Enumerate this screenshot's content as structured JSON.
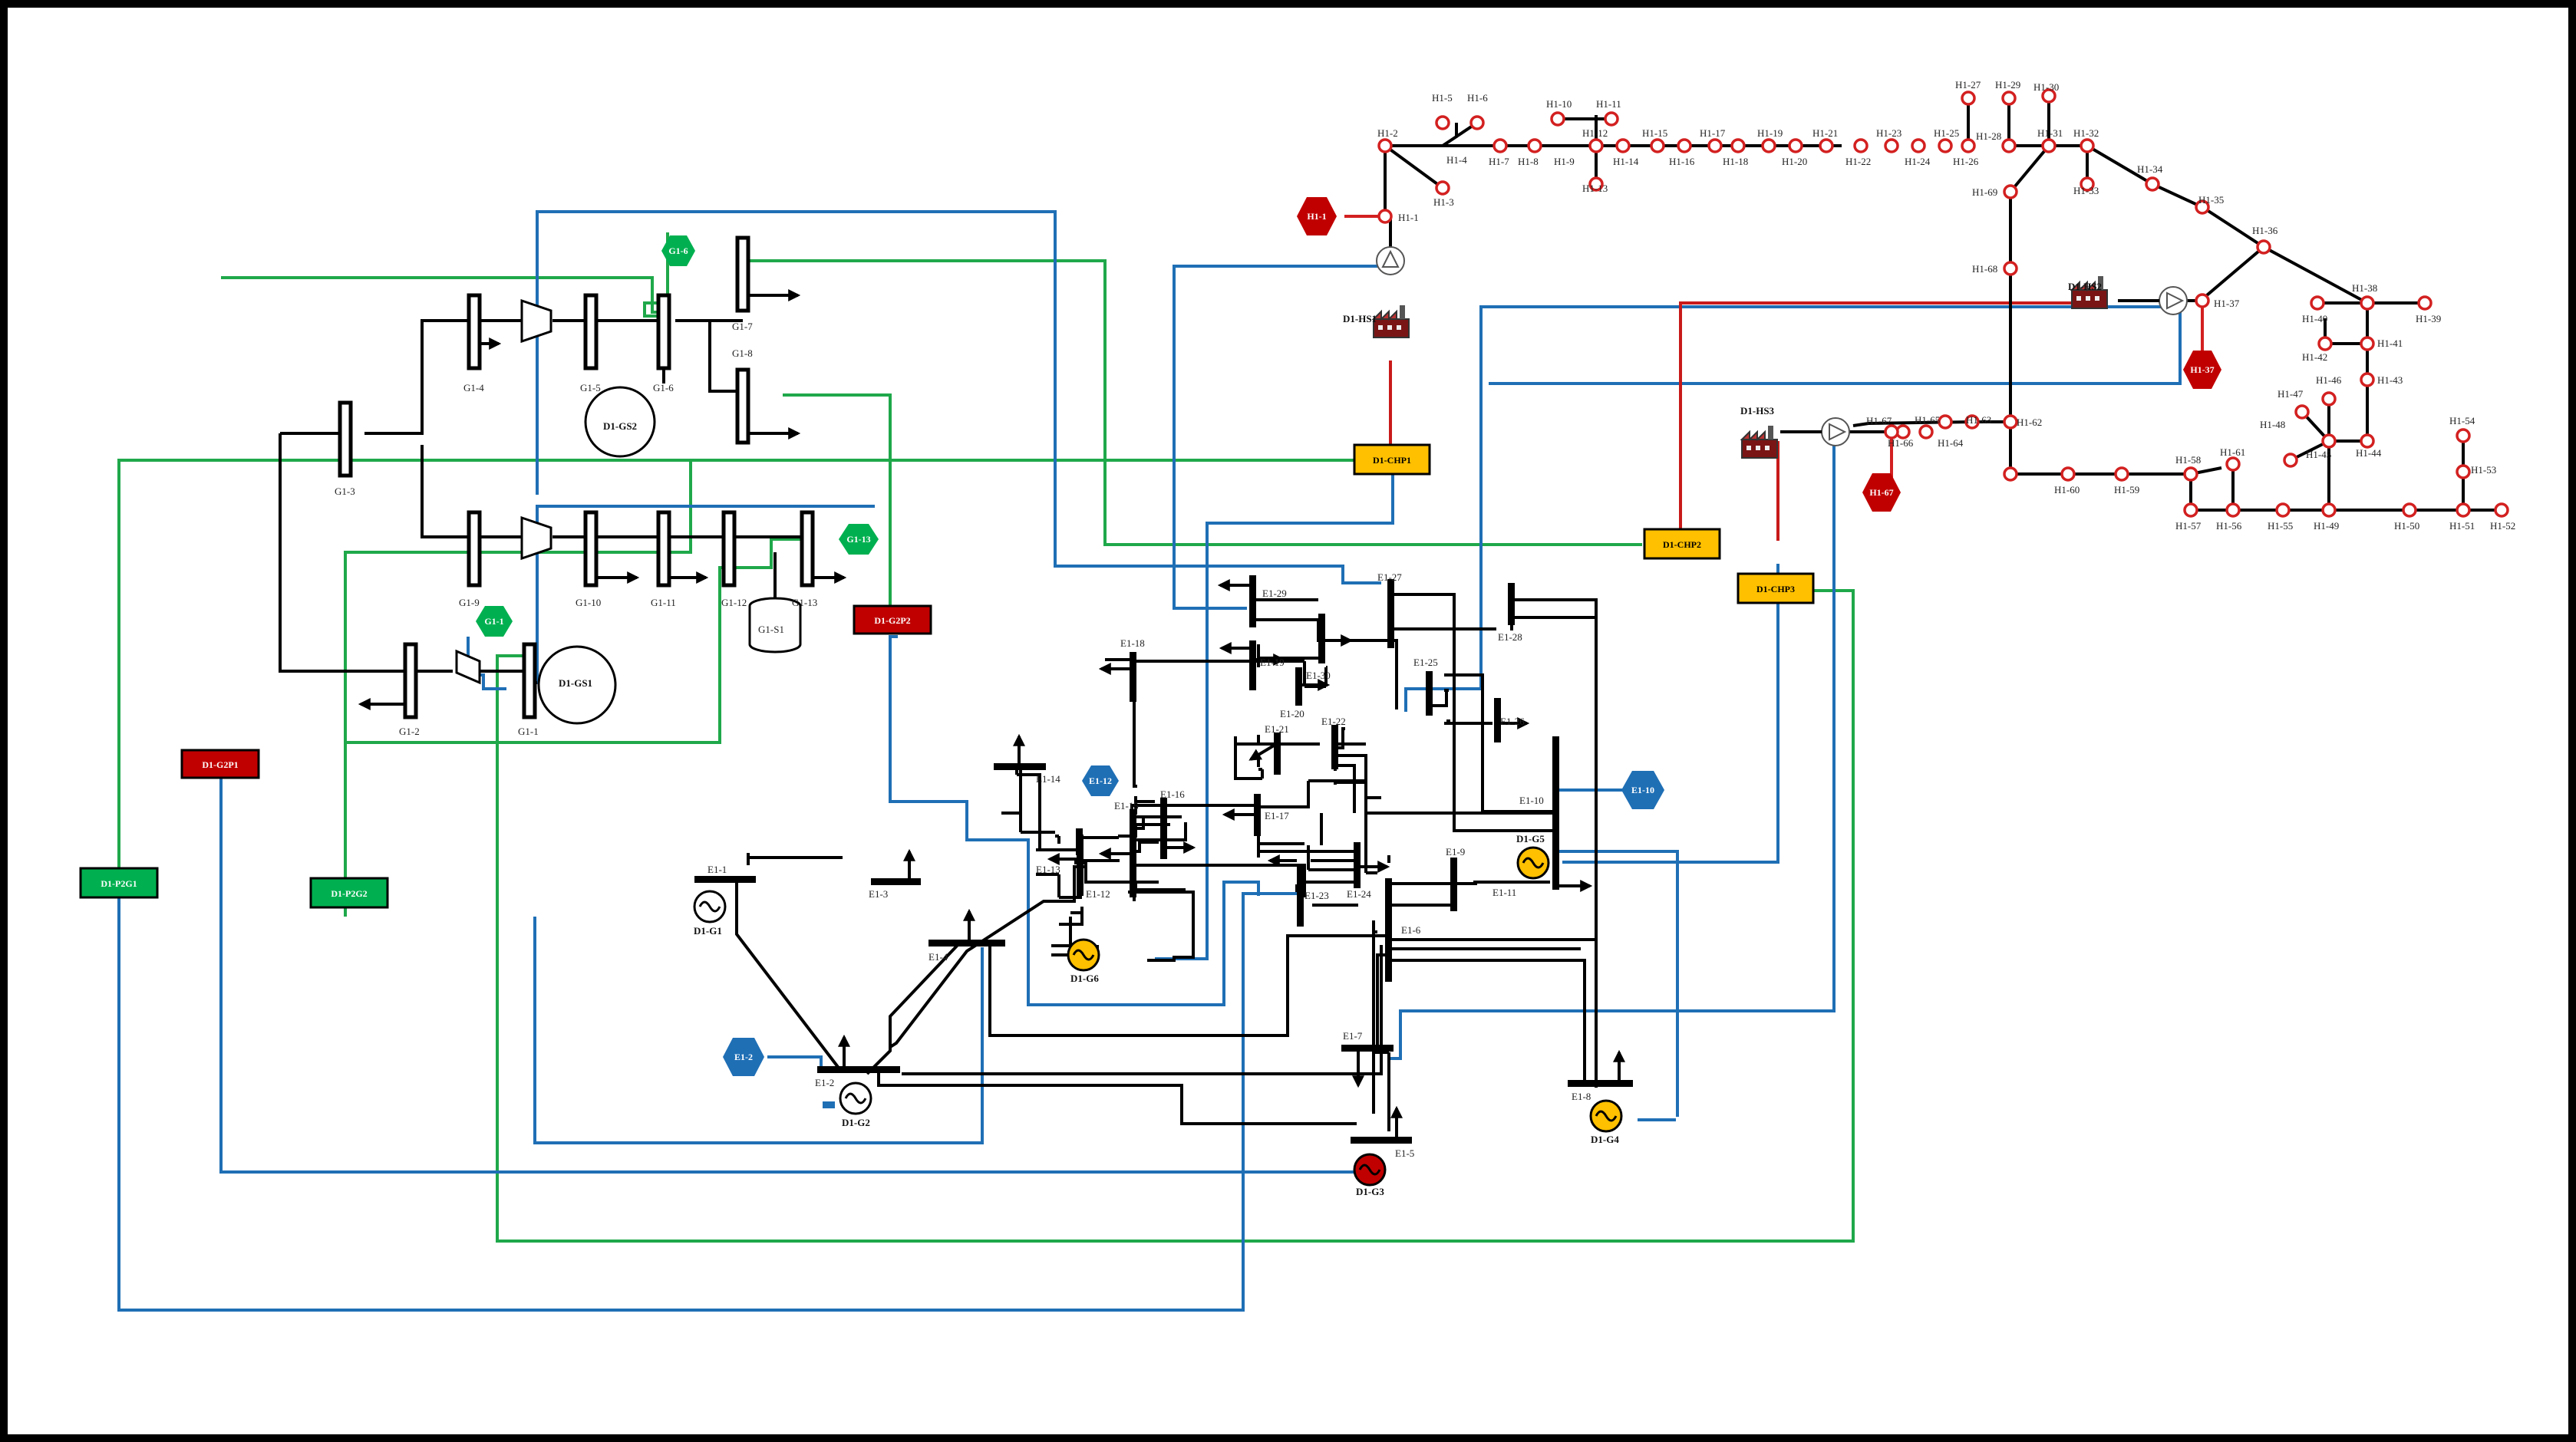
{
  "boxes": {
    "chp1": "D1-CHP1",
    "chp2": "D1-CHP2",
    "chp3": "D1-CHP3",
    "g2p1": "D1-G2P1",
    "g2p2": "D1-G2P2",
    "p2g1": "D1-P2G1",
    "p2g2": "D1-P2G2"
  },
  "tags": {
    "g1_6": "G1-6",
    "g1_13": "G1-13",
    "g1_1": "G1-1",
    "e1_12": "E1-12",
    "e1_10": "E1-10",
    "e1_2": "E1-2",
    "h1_1": "H1-1",
    "h1_37": "H1-37",
    "h1_67": "H1-67"
  },
  "gas": {
    "g1_1": "G1-1",
    "g1_2": "G1-2",
    "g1_3": "G1-3",
    "g1_4": "G1-4",
    "g1_5": "G1-5",
    "g1_6": "G1-6",
    "g1_7": "G1-7",
    "g1_8": "G1-8",
    "g1_9": "G1-9",
    "g1_10": "G1-10",
    "g1_11": "G1-11",
    "g1_12": "G1-12",
    "g1_13": "G1-13",
    "g1_s1": "G1-S1",
    "gs1": "D1-GS1",
    "gs2": "D1-GS2"
  },
  "elec": {
    "e1": "E1-1",
    "e2": "E1-2",
    "e3": "E1-3",
    "e4": "E1-4",
    "e5": "E1-5",
    "e6": "E1-6",
    "e7": "E1-7",
    "e8": "E1-8",
    "e9": "E1-9",
    "e10": "E1-10",
    "e11": "E1-11",
    "e12": "E1-12",
    "e13": "E1-13",
    "e14": "E1-14",
    "e15": "E1-15",
    "e16": "E1-16",
    "e17": "E1-17",
    "e18": "E1-18",
    "e19": "E1-19",
    "e20": "E1-20",
    "e21": "E1-21",
    "e22": "E1-22",
    "e23": "E1-23",
    "e24": "E1-24",
    "e25": "E1-25",
    "e26": "E1-26",
    "e27": "E1-27",
    "e28": "E1-28",
    "e29": "E1-29",
    "e30": "E1-30",
    "g1": "D1-G1",
    "g2": "D1-G2",
    "g3": "D1-G3",
    "g4": "D1-G4",
    "g5": "D1-G5",
    "g6": "D1-G6"
  },
  "heat": {
    "hs1": "D1-HS1",
    "hs2": "D1-HS2",
    "hs3": "D1-HS3",
    "h1": "H1-1",
    "h2": "H1-2",
    "h3": "H1-3",
    "h4": "H1-4",
    "h5": "H1-5",
    "h6": "H1-6",
    "h7": "H1-7",
    "h8": "H1-8",
    "h9": "H1-9",
    "h10": "H1-10",
    "h11": "H1-11",
    "h12": "H1-12",
    "h13": "H1-13",
    "h14": "H1-14",
    "h15": "H1-15",
    "h16": "H1-16",
    "h17": "H1-17",
    "h18": "H1-18",
    "h19": "H1-19",
    "h20": "H1-20",
    "h21": "H1-21",
    "h22": "H1-22",
    "h23": "H1-23",
    "h24": "H1-24",
    "h25": "H1-25",
    "h26": "H1-26",
    "h27": "H1-27",
    "h28": "H1-28",
    "h29": "H1-29",
    "h30": "H1-30",
    "h31": "H1-31",
    "h32": "H1-32",
    "h33": "H1-33",
    "h34": "H1-34",
    "h35": "H1-35",
    "h36": "H1-36",
    "h37": "H1-37",
    "h38": "H1-38",
    "h39": "H1-39",
    "h40": "H1-40",
    "h41": "H1-41",
    "h42": "H1-42",
    "h43": "H1-43",
    "h44": "H1-44",
    "h45": "H1-45",
    "h46": "H1-46",
    "h47": "H1-47",
    "h48": "H1-48",
    "h49": "H1-49",
    "h50": "H1-50",
    "h51": "H1-51",
    "h52": "H1-52",
    "h53": "H1-53",
    "h54": "H1-54",
    "h55": "H1-55",
    "h56": "H1-56",
    "h57": "H1-57",
    "h58": "H1-58",
    "h59": "H1-59",
    "h60": "H1-60",
    "h61": "H1-61",
    "h62": "H1-62",
    "h63": "H1-63",
    "h64": "H1-64",
    "h65": "H1-65",
    "h66": "H1-66",
    "h67": "H1-67",
    "h68": "H1-68",
    "h69": "H1-69"
  },
  "colors": {
    "heat": "#d32020",
    "gas_link": "#1fa84a",
    "power_link": "#1f6fb5",
    "chp": "#ffc000",
    "g2p": "#c00000",
    "p2g": "#00b050"
  }
}
